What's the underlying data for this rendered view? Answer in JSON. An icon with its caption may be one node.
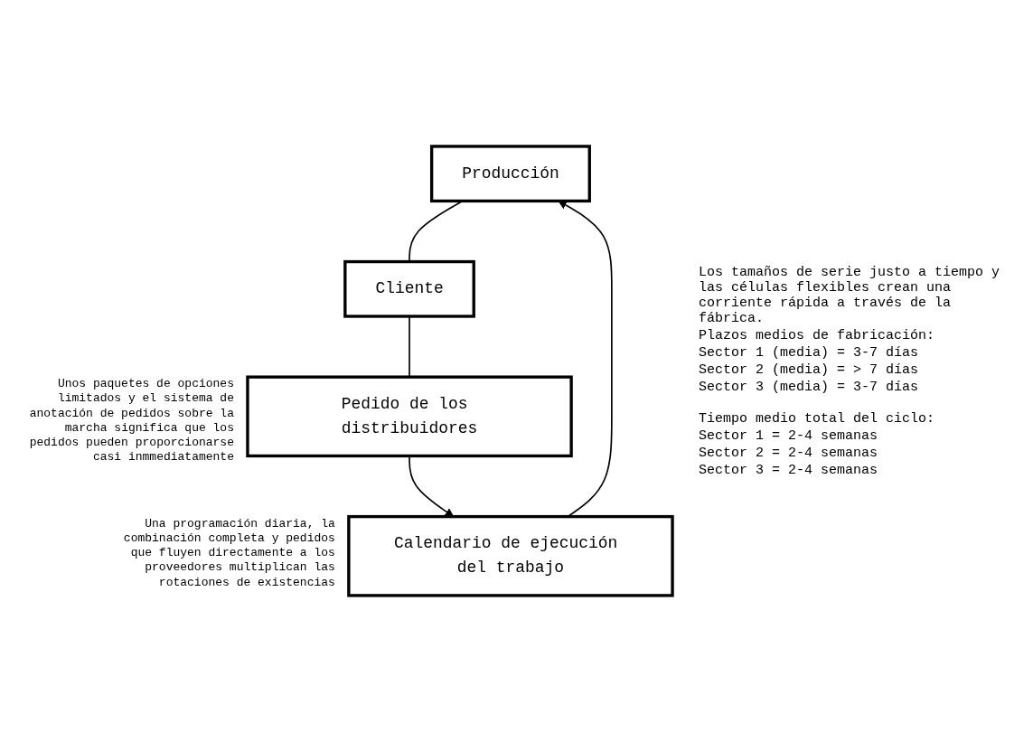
{
  "diagram": {
    "nodes": [
      {
        "text": [
          "Producción"
        ]
      },
      {
        "text": [
          "Cliente"
        ]
      },
      {
        "text": [
          "Pedido de los distribuidores"
        ],
        "beside": [
          "Unos paquetes de opciones limitados y el sistema de anotación de pedidos sobre la marcha significa que los pedidos pueden proporcionarse casi inmmediatamente"
        ]
      },
      {
        "text": [
          "Calendario de ejecución del trabajo"
        ],
        "beside": [
          "Una programación diaria, la combinación completa y pedidos que fluyen directamente a los proveedores multiplican las rotaciones de existencias"
        ]
      }
    ],
    "edges": [
      {
        "from": 0,
        "to": 1,
        "arrow": "none"
      },
      {
        "from": 1,
        "to": 2,
        "arrow": "none"
      },
      {
        "from": 2,
        "to": 3,
        "arrow": "to"
      },
      {
        "from": 3,
        "to": 0,
        "arrow": "to"
      }
    ],
    "labels": [
      "Los tamaños de serie justo a tiempo y las células flexibles crean una corriente rápida a través de la fábrica.",
      "Plazos medios de fabricación:",
      "Sector 1 (media) = 3-7 días",
      "Sector 2 (media) = > 7 días",
      "Sector 3 (media) = 3-7 días",
      "Tiempo medio total del ciclo:",
      "Sector 1 = 2-4 semanas",
      "Sector 2 = 2-4 semanas",
      "Sector 3 = 2-4 semanas"
    ]
  }
}
